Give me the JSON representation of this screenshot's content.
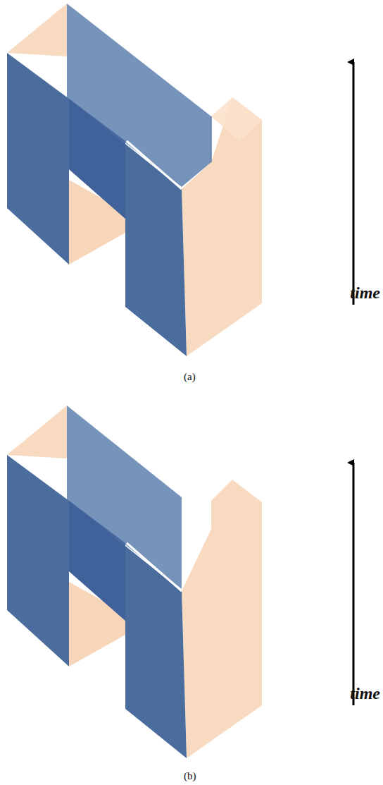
{
  "diagram": {
    "labels": [
      "time",
      "(a)",
      "time",
      "(b)"
    ]
  }
}
